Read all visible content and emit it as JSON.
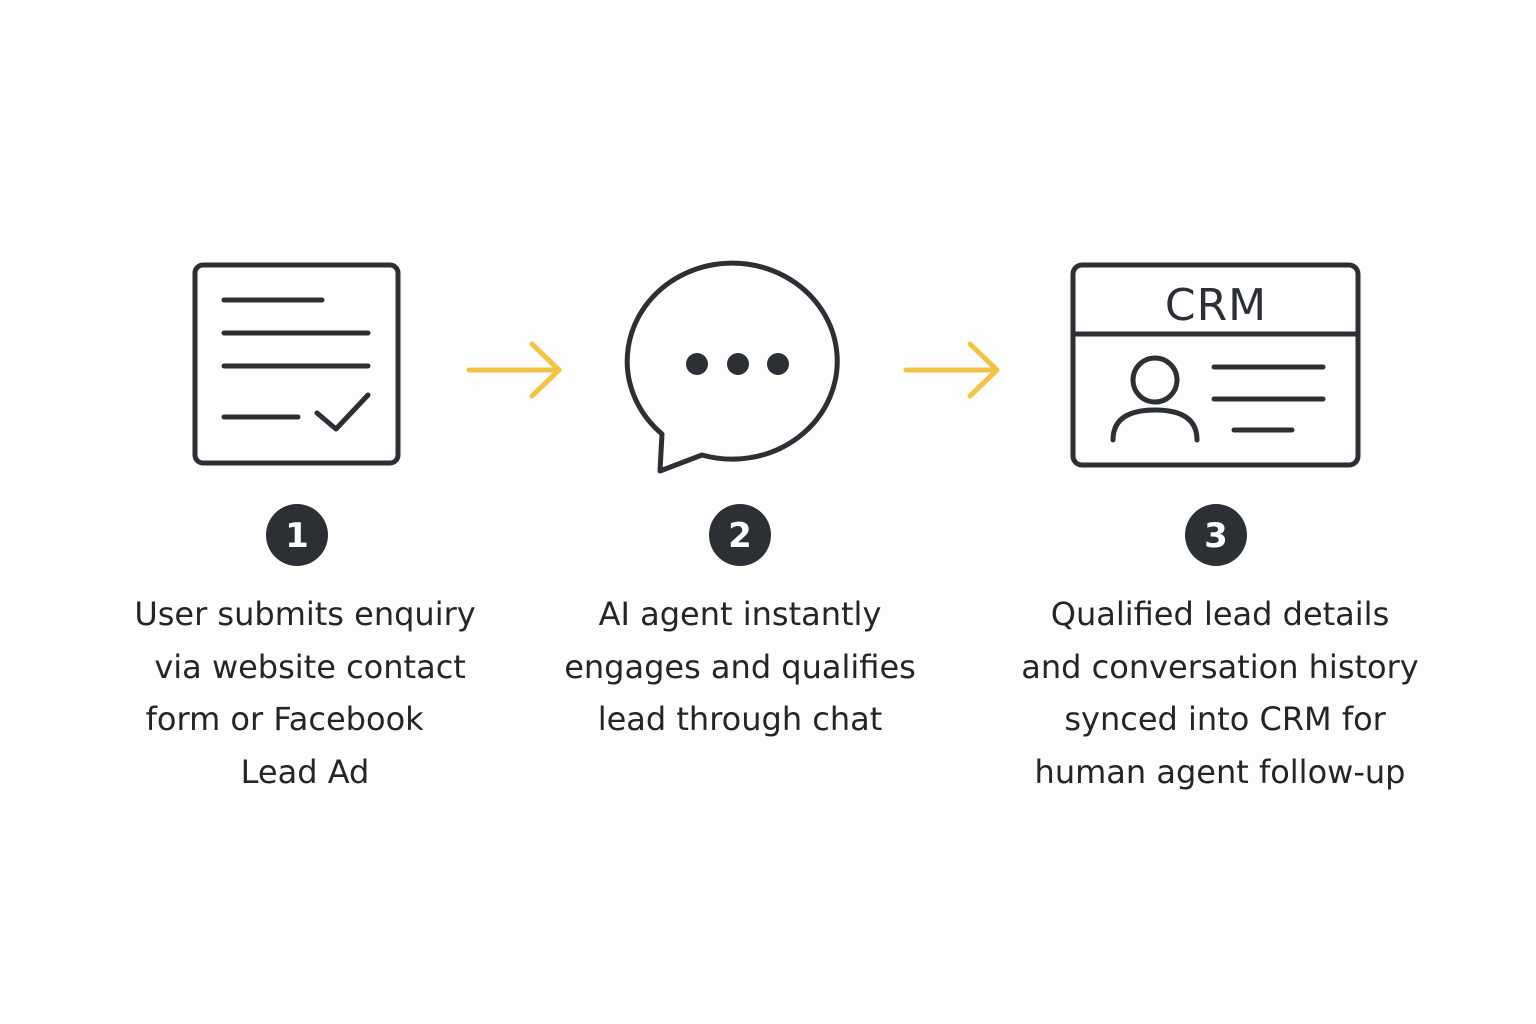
{
  "colors": {
    "background": "#fdfdfd",
    "ink": "#2c3034",
    "arrow": "#f5c342",
    "badge_text": "#ffffff"
  },
  "icons": [
    "form-check-icon",
    "chat-bubble-icon",
    "crm-card-icon"
  ],
  "steps": [
    {
      "number": "1",
      "icon": "form-check-icon",
      "text": "User submits enquiry\n via website contact\nform or Facebook    \nLead Ad"
    },
    {
      "number": "2",
      "icon": "chat-bubble-icon",
      "text": "AI agent instantly\nengages and qualifies\nlead through chat"
    },
    {
      "number": "3",
      "icon": "crm-card-icon",
      "crm_label": "CRM",
      "text": "Qualified lead details\nand conversation history\n synced into CRM for\nhuman agent follow-up"
    }
  ]
}
